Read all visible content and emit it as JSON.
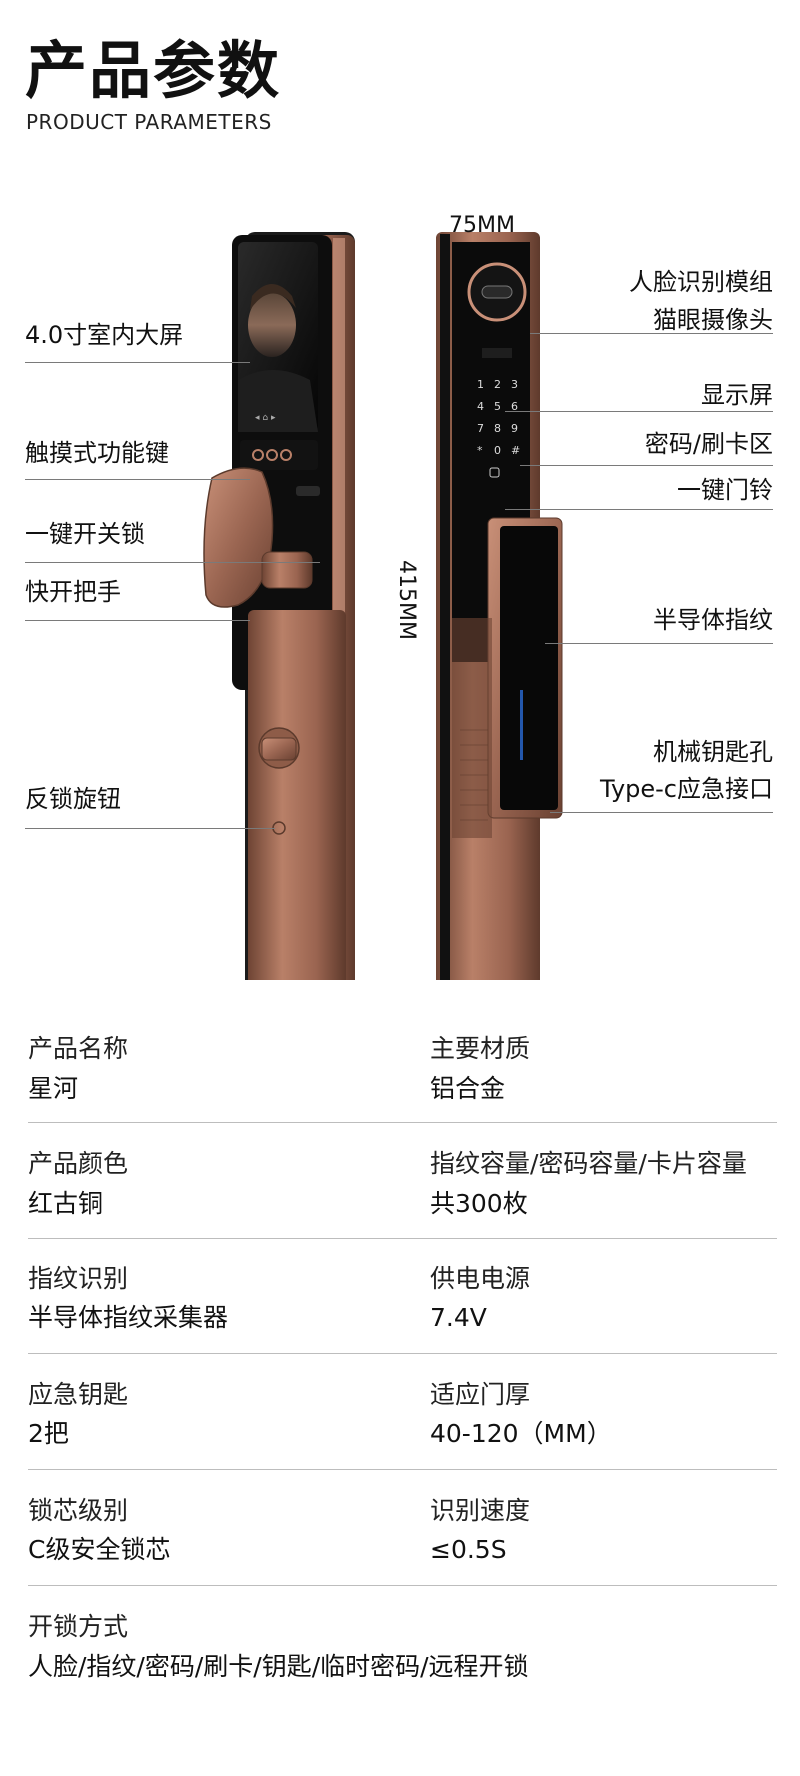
{
  "header": {
    "title": "产品参数",
    "subtitle": "PRODUCT PARAMETERS"
  },
  "dimensions": {
    "width": "75MM",
    "height": "415MM"
  },
  "front_labels": [
    "4.0寸室内大屏",
    "触摸式功能键",
    "一键开关锁",
    "快开把手",
    "反锁旋钮"
  ],
  "back_labels": [
    "人脸识别模组",
    "猫眼摄像头",
    "显示屏",
    "密码/刷卡区",
    "一键门铃",
    "半导体指纹",
    "机械钥匙孔",
    "Type-c应急接口"
  ],
  "keypad": [
    "1",
    "2",
    "3",
    "4",
    "5",
    "6",
    "7",
    "8",
    "9",
    "*",
    "0",
    "#"
  ],
  "colors": {
    "bronze": "#a06a52",
    "panel_black": "#141414"
  },
  "specs": [
    {
      "left": {
        "key": "产品名称",
        "value": "星河"
      },
      "right": {
        "key": "主要材质",
        "value": "铝合金"
      }
    },
    {
      "left": {
        "key": "产品颜色",
        "value": "红古铜"
      },
      "right": {
        "key": "指纹容量/密码容量/卡片容量",
        "value": "共300枚"
      }
    },
    {
      "left": {
        "key": "指纹识别",
        "value": "半导体指纹采集器"
      },
      "right": {
        "key": "供电电源",
        "value": "7.4V"
      }
    },
    {
      "left": {
        "key": "应急钥匙",
        "value": "2把"
      },
      "right": {
        "key": "适应门厚",
        "value": "40-120（MM）"
      }
    },
    {
      "left": {
        "key": "锁芯级别",
        "value": "C级安全锁芯"
      },
      "right": {
        "key": "识别速度",
        "value": "≤0.5S"
      }
    }
  ],
  "unlock": {
    "key": "开锁方式",
    "value": "人脸/指纹/密码/刷卡/钥匙/临时密码/远程开锁"
  }
}
